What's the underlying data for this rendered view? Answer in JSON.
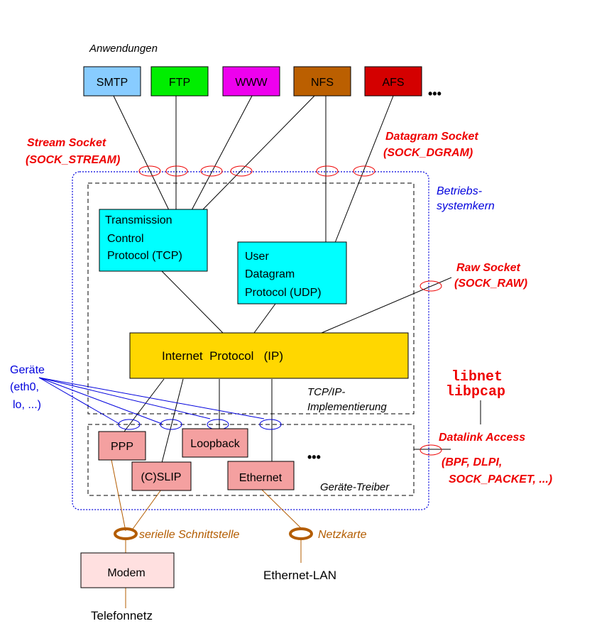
{
  "labels": {
    "applications": "Anwendungen",
    "stream_socket_1": "Stream Socket",
    "stream_socket_2": "(SOCK_STREAM)",
    "datagram_socket_1": "Datagram Socket",
    "datagram_socket_2": "(SOCK_DGRAM)",
    "kernel_1": "Betriebs-",
    "kernel_2": "systemkern",
    "raw_socket_1": "Raw Socket",
    "raw_socket_2": "(SOCK_RAW)",
    "devices_1": "Geräte",
    "devices_2": "(eth0,",
    "devices_3": "lo, ...)",
    "tcpip_1": "TCP/IP-",
    "tcpip_2": "Implementierung",
    "drivers": "Geräte-Treiber",
    "libnet": "libnet",
    "libpcap": "libpcap",
    "datalink": "Datalink Access",
    "datalink_2": "(BPF, DLPI,",
    "datalink_3": "SOCK_PACKET, ...)",
    "serial": "serielle Schnittstelle",
    "nic": "Netzkarte",
    "ethernet_lan": "Ethernet-LAN",
    "telephone": "Telefonnetz",
    "ellipsis": "•••"
  },
  "apps": [
    {
      "label": "SMTP",
      "color": "#88ccff"
    },
    {
      "label": "FTP",
      "color": "#00ee00"
    },
    {
      "label": "WWW",
      "color": "#ee00ee"
    },
    {
      "label": "NFS",
      "color": "#bb5f00"
    },
    {
      "label": "AFS",
      "color": "#d40000"
    }
  ],
  "tcp": {
    "line1": "Transmission",
    "line2": "Control",
    "line3": "Protocol (TCP)"
  },
  "udp": {
    "line1": "User",
    "line2": "Datagram",
    "line3": "Protocol  (UDP)"
  },
  "ip": {
    "label": "Internet  Protocol   (IP)"
  },
  "drivers": [
    {
      "label": "PPP"
    },
    {
      "label": "(C)SLIP"
    },
    {
      "label": "Loopback"
    },
    {
      "label": "Ethernet"
    }
  ],
  "modem": {
    "label": "Modem"
  },
  "colors": {
    "socket_red": "#ee0000",
    "kernel_blue": "#0000dd",
    "hw_brown": "#b35c00",
    "cyan": "#00ffff",
    "ip_yellow": "#ffd700",
    "driver_pink": "#f4a0a0",
    "modem_pink": "#ffe0e0"
  }
}
